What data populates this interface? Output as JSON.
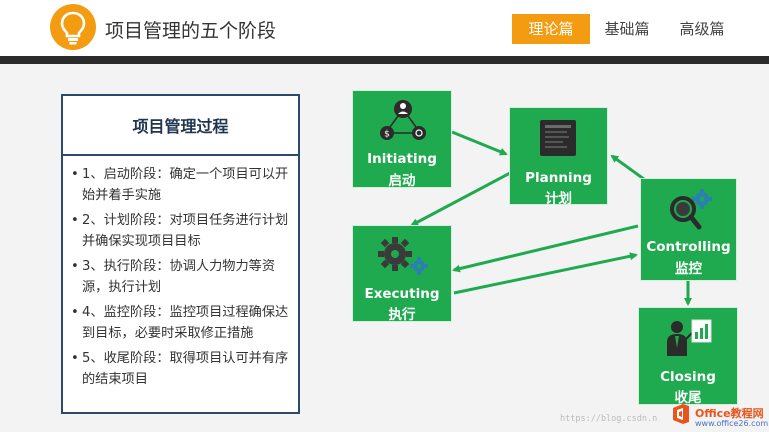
{
  "header": {
    "title": "项目管理的五个阶段",
    "tabs": [
      {
        "label": "理论篇",
        "active": true
      },
      {
        "label": "基础篇",
        "active": false
      },
      {
        "label": "高级篇",
        "active": false
      }
    ]
  },
  "panel": {
    "title": "项目管理过程",
    "items": [
      "1、启动阶段：确定一个项目可以开始并着手实施",
      "2、计划阶段：对项目任务进行计划并确保实现项目目标",
      "3、执行阶段：协调人力物力等资源，执行计划",
      "4、监控阶段：监控项目过程确保达到目标，必要时采取修正措施",
      "5、收尾阶段：取得项目认可并有序的结束项目"
    ]
  },
  "phases": [
    {
      "en": "Initiating",
      "cn": "启动",
      "icon": "network-people-icon"
    },
    {
      "en": "Planning",
      "cn": "计划",
      "icon": "document-icon"
    },
    {
      "en": "Executing",
      "cn": "执行",
      "icon": "gears-icon"
    },
    {
      "en": "Controlling",
      "cn": "监控",
      "icon": "search-gear-icon"
    },
    {
      "en": "Closing",
      "cn": "收尾",
      "icon": "presenter-icon"
    }
  ],
  "watermark": {
    "text": "https://blog.csdn.n",
    "site_name": "Office教程网",
    "site_url": "www.office26.com"
  },
  "colors": {
    "accent": "#f39c12",
    "phase_box": "#1faa4f",
    "arrow": "#1faa4f",
    "panel_border": "#2e4a6b",
    "header_bar": "#2b2b2b"
  }
}
